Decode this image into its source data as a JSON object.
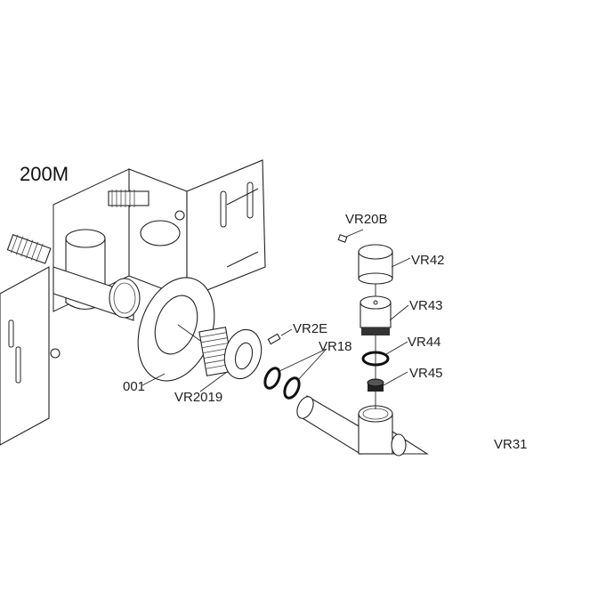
{
  "diagram": {
    "model_title": "200M",
    "labels": {
      "vr20b": "VR20B",
      "vr42": "VR42",
      "vr43": "VR43",
      "vr2e": "VR2E",
      "vr18": "VR18",
      "vr44": "VR44",
      "vr45": "VR45",
      "p001": "001",
      "vr2019": "VR2019",
      "vr31": "VR31"
    }
  }
}
